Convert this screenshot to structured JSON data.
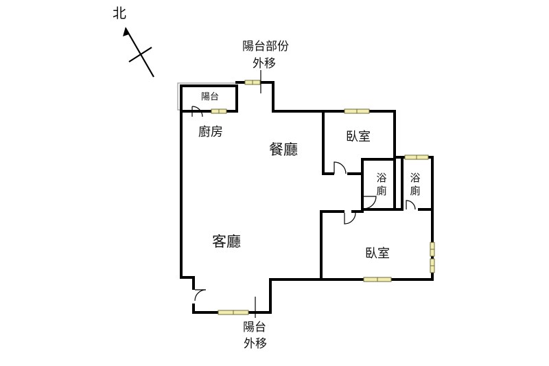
{
  "compass": {
    "label": "北",
    "icon": "north-arrow-icon"
  },
  "rooms": {
    "balcony_small": "陽台",
    "kitchen": "廚房",
    "dining": "餐廳",
    "living": "客廳",
    "bedroom_top": "臥室",
    "bedroom_bottom": "臥室",
    "bath_left_1": "浴",
    "bath_left_2": "廁",
    "bath_right_1": "浴",
    "bath_right_2": "廁"
  },
  "notes": {
    "top_line1": "陽台部份",
    "top_line2": "外移",
    "bottom_line1": "陽台",
    "bottom_line2": "外移"
  },
  "colors": {
    "wall": "#000000",
    "window_fill": "#f3ecb0",
    "window_stroke": "#6b6b3a"
  }
}
